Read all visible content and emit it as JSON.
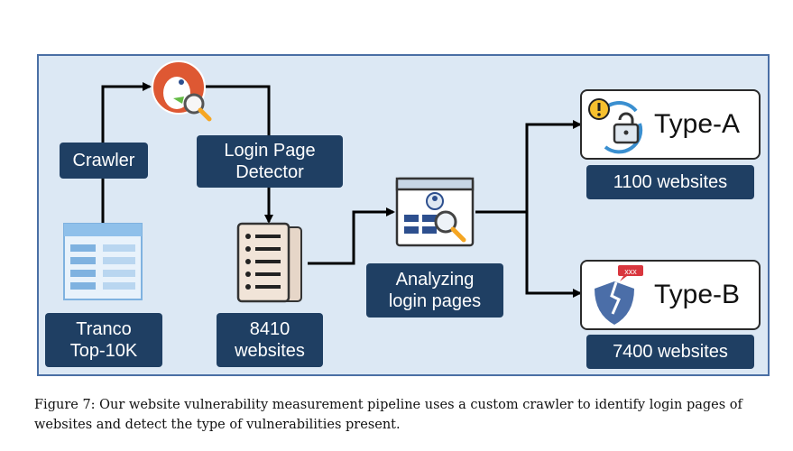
{
  "diagram": {
    "nodes": {
      "crawler": "Crawler",
      "login_detector": "Login Page\nDetector",
      "tranco": "Tranco\nTop-10K",
      "websites_8410": "8410\nwebsites",
      "analyzing": "Analyzing\nlogin pages",
      "type_a": "Type-A",
      "type_a_count": "1100 websites",
      "type_b": "Type-B",
      "type_b_count": "7400 websites"
    },
    "colors": {
      "panel_bg": "#dce8f4",
      "panel_border": "#4a6fa5",
      "label_bg": "#1f3f63",
      "label_text": "#ffffff"
    },
    "icons": {
      "search_engine": "duckduckgo-search-icon",
      "source_list": "website-list-icon",
      "pages": "document-list-icon",
      "analysis": "login-page-inspect-icon",
      "type_a": "warning-lock-icon",
      "type_b": "broken-shield-icon"
    }
  },
  "caption": "Figure 7: Our website vulnerability measurement pipeline uses a custom crawler to identify login pages of websites and detect the type of vulnerabilities present."
}
